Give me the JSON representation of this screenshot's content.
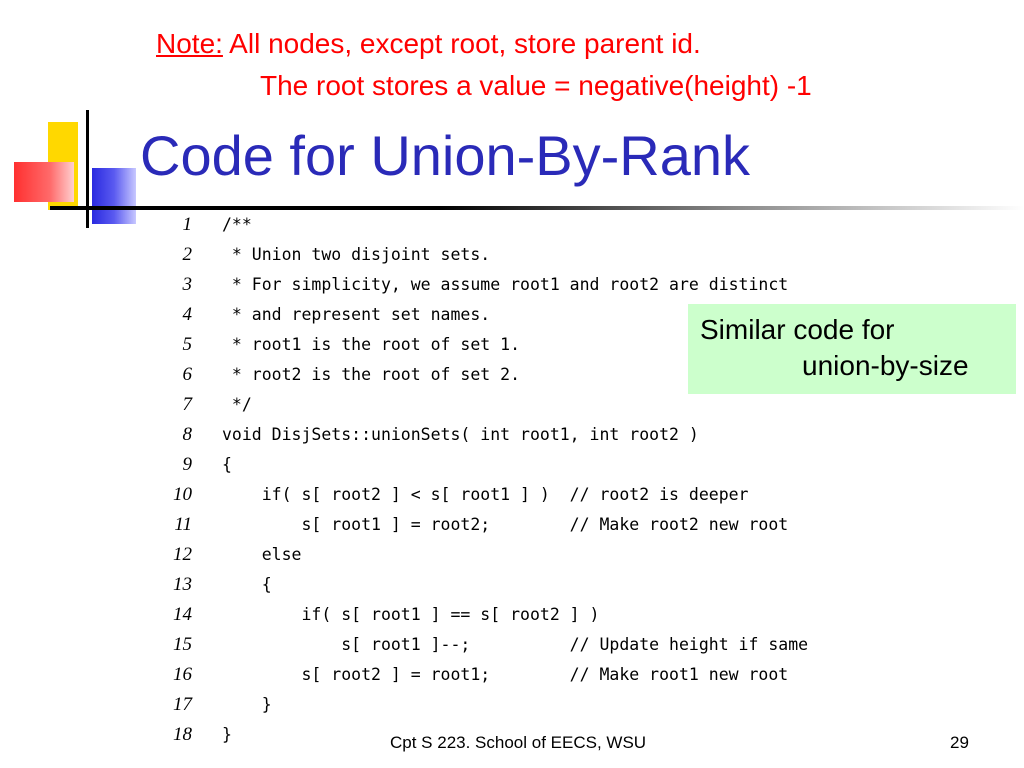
{
  "note": {
    "label": "Note:",
    "line1_text": " All nodes, except root, store parent id.",
    "line2_text": "The root stores a value = negative(height) -1",
    "color": "#ff0000"
  },
  "title": "Code for Union-By-Rank",
  "title_color": "#2a2ab8",
  "code": {
    "lines": [
      {
        "num": "1",
        "text": "/**"
      },
      {
        "num": "2",
        "text": " * Union two disjoint sets."
      },
      {
        "num": "3",
        "text": " * For simplicity, we assume root1 and root2 are distinct"
      },
      {
        "num": "4",
        "text": " * and represent set names."
      },
      {
        "num": "5",
        "text": " * root1 is the root of set 1."
      },
      {
        "num": "6",
        "text": " * root2 is the root of set 2."
      },
      {
        "num": "7",
        "text": " */"
      },
      {
        "num": "8",
        "text": "void DisjSets::unionSets( int root1, int root2 )"
      },
      {
        "num": "9",
        "text": "{"
      },
      {
        "num": "10",
        "text": "    if( s[ root2 ] < s[ root1 ] )  // root2 is deeper"
      },
      {
        "num": "11",
        "text": "        s[ root1 ] = root2;        // Make root2 new root"
      },
      {
        "num": "12",
        "text": "    else"
      },
      {
        "num": "13",
        "text": "    {"
      },
      {
        "num": "14",
        "text": "        if( s[ root1 ] == s[ root2 ] )"
      },
      {
        "num": "15",
        "text": "            s[ root1 ]--;          // Update height if same"
      },
      {
        "num": "16",
        "text": "        s[ root2 ] = root1;        // Make root1 new root"
      },
      {
        "num": "17",
        "text": "    }"
      },
      {
        "num": "18",
        "text": "}"
      }
    ]
  },
  "callout": {
    "line1": "Similar code for",
    "line2": "union-by-size",
    "background": "#ccffcc"
  },
  "footer": {
    "text": "Cpt S 223. School of EECS, WSU",
    "page": "29"
  }
}
